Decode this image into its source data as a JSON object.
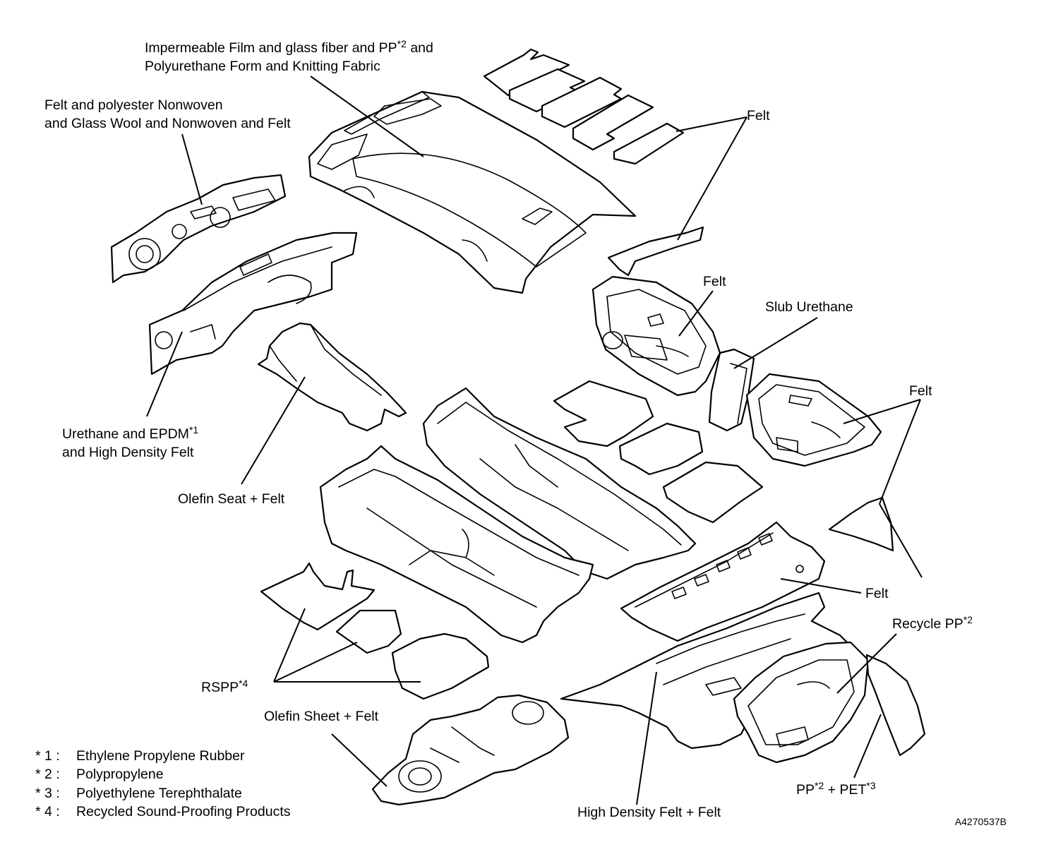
{
  "labels": {
    "headliner_l1": "Impermeable Film and glass fiber and PP",
    "headliner_sup": "*2",
    "headliner_l1_end": " and",
    "headliner_l2": "Polyurethane Form and Knitting Fabric",
    "dash_l1": "Felt and polyester Nonwoven",
    "dash_l2": "and Glass Wool and Nonwoven and Felt",
    "felt_top": "Felt",
    "felt_door_front": "Felt",
    "slub_urethane": "Slub Urethane",
    "felt_door_rear": "Felt",
    "urethane_l1": "Urethane and EPDM",
    "urethane_sup": "*1",
    "urethane_l2": "and High Density Felt",
    "olefin_seat": "Olefin Seat + Felt",
    "felt_shelf": "Felt",
    "recycle_pp": "Recycle PP",
    "recycle_pp_sup": "*2",
    "rspp": "RSPP",
    "rspp_sup": "*4",
    "olefin_sheet": "Olefin Sheet + Felt",
    "pp_pet_a": "PP",
    "pp_pet_sup1": "*2",
    "pp_pet_b": " + PET",
    "pp_pet_sup2": "*3",
    "hd_felt": "High Density Felt + Felt"
  },
  "footnotes": [
    {
      "mark": "* 1 :",
      "text": "Ethylene Propylene Rubber"
    },
    {
      "mark": "* 2 :",
      "text": "Polypropylene"
    },
    {
      "mark": "* 3 :",
      "text": "Polyethylene Terephthalate"
    },
    {
      "mark": "* 4 :",
      "text": "Recycled Sound-Proofing Products"
    }
  ],
  "figure_code": "A4270537B"
}
